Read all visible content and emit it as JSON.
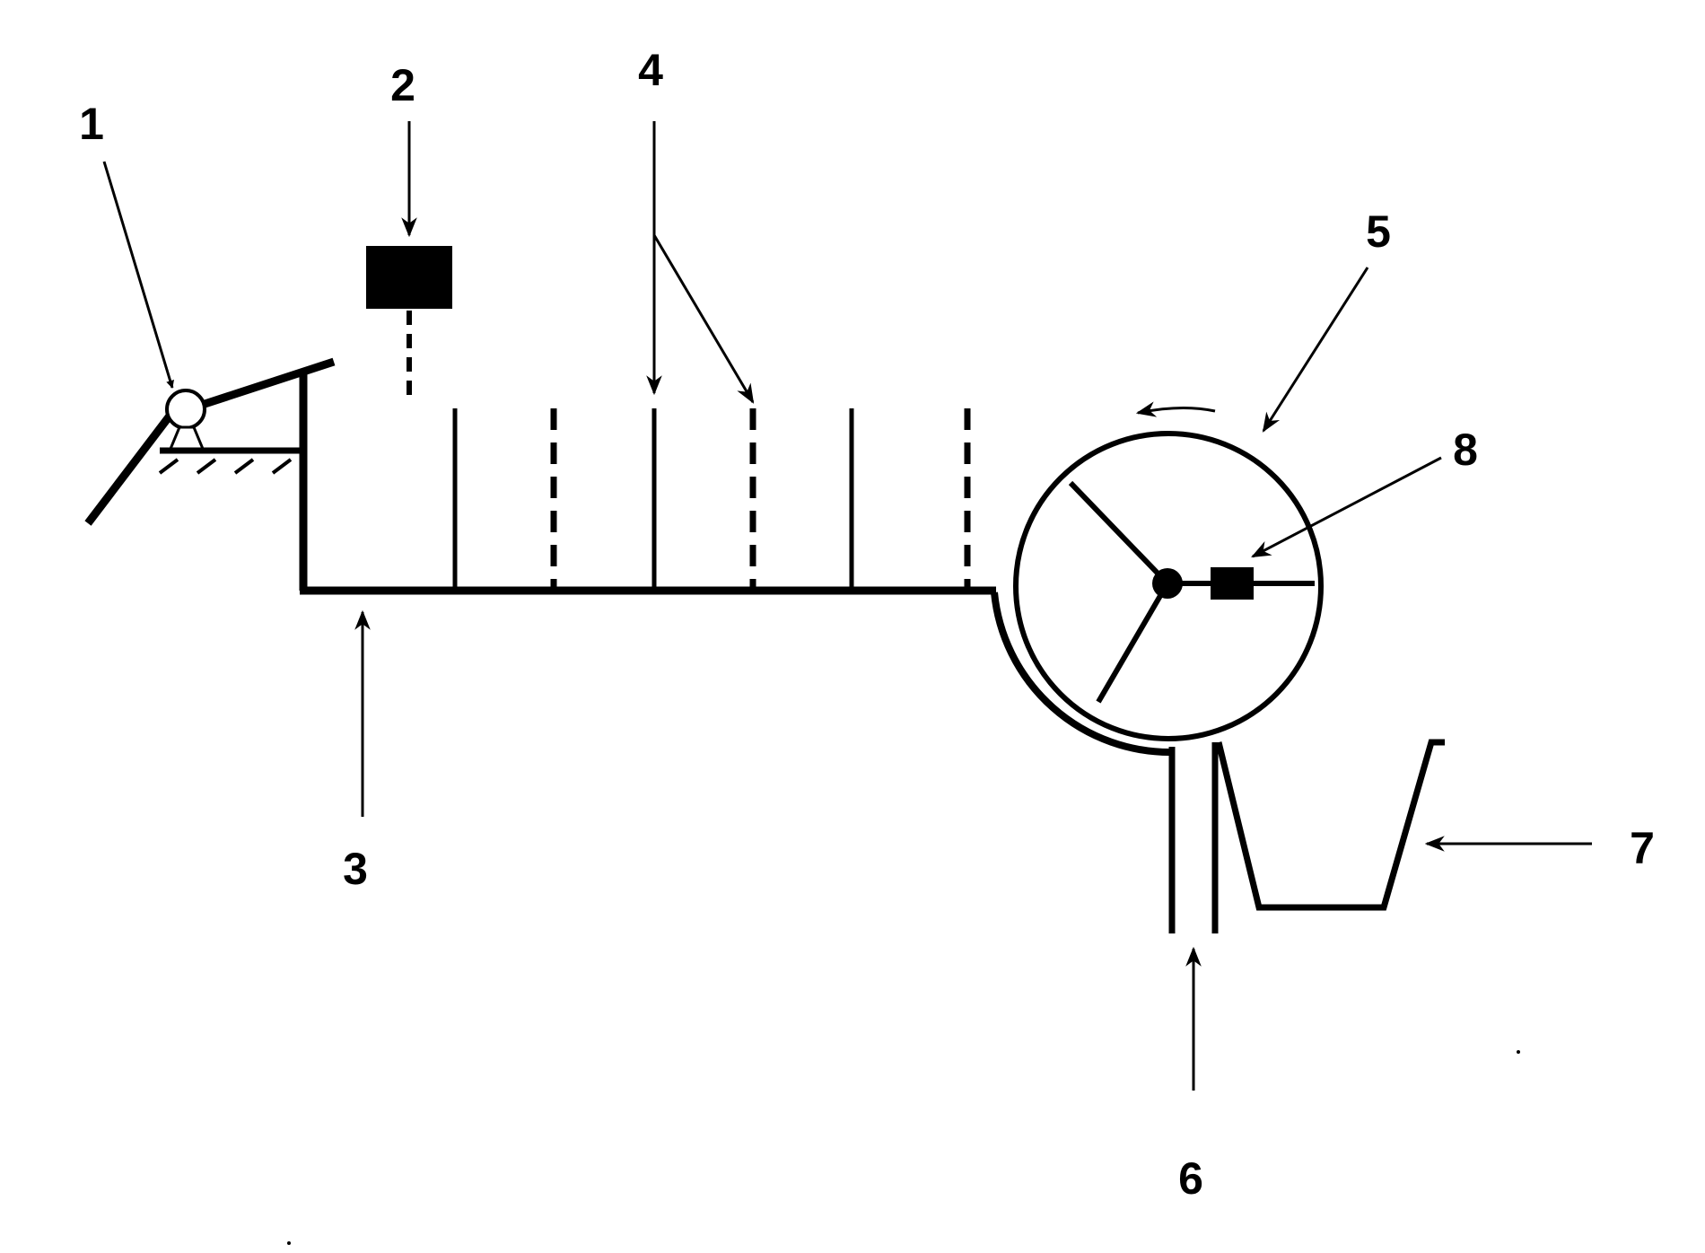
{
  "figure": {
    "ink_color": "#000000",
    "background_color": "#ffffff",
    "callouts": {
      "c1": "1",
      "c2": "2",
      "c3": "3",
      "c4": "4",
      "c5": "5",
      "c6": "6",
      "c7": "7",
      "c8": "8"
    },
    "rotation_arrow": "counter-clockwise"
  }
}
